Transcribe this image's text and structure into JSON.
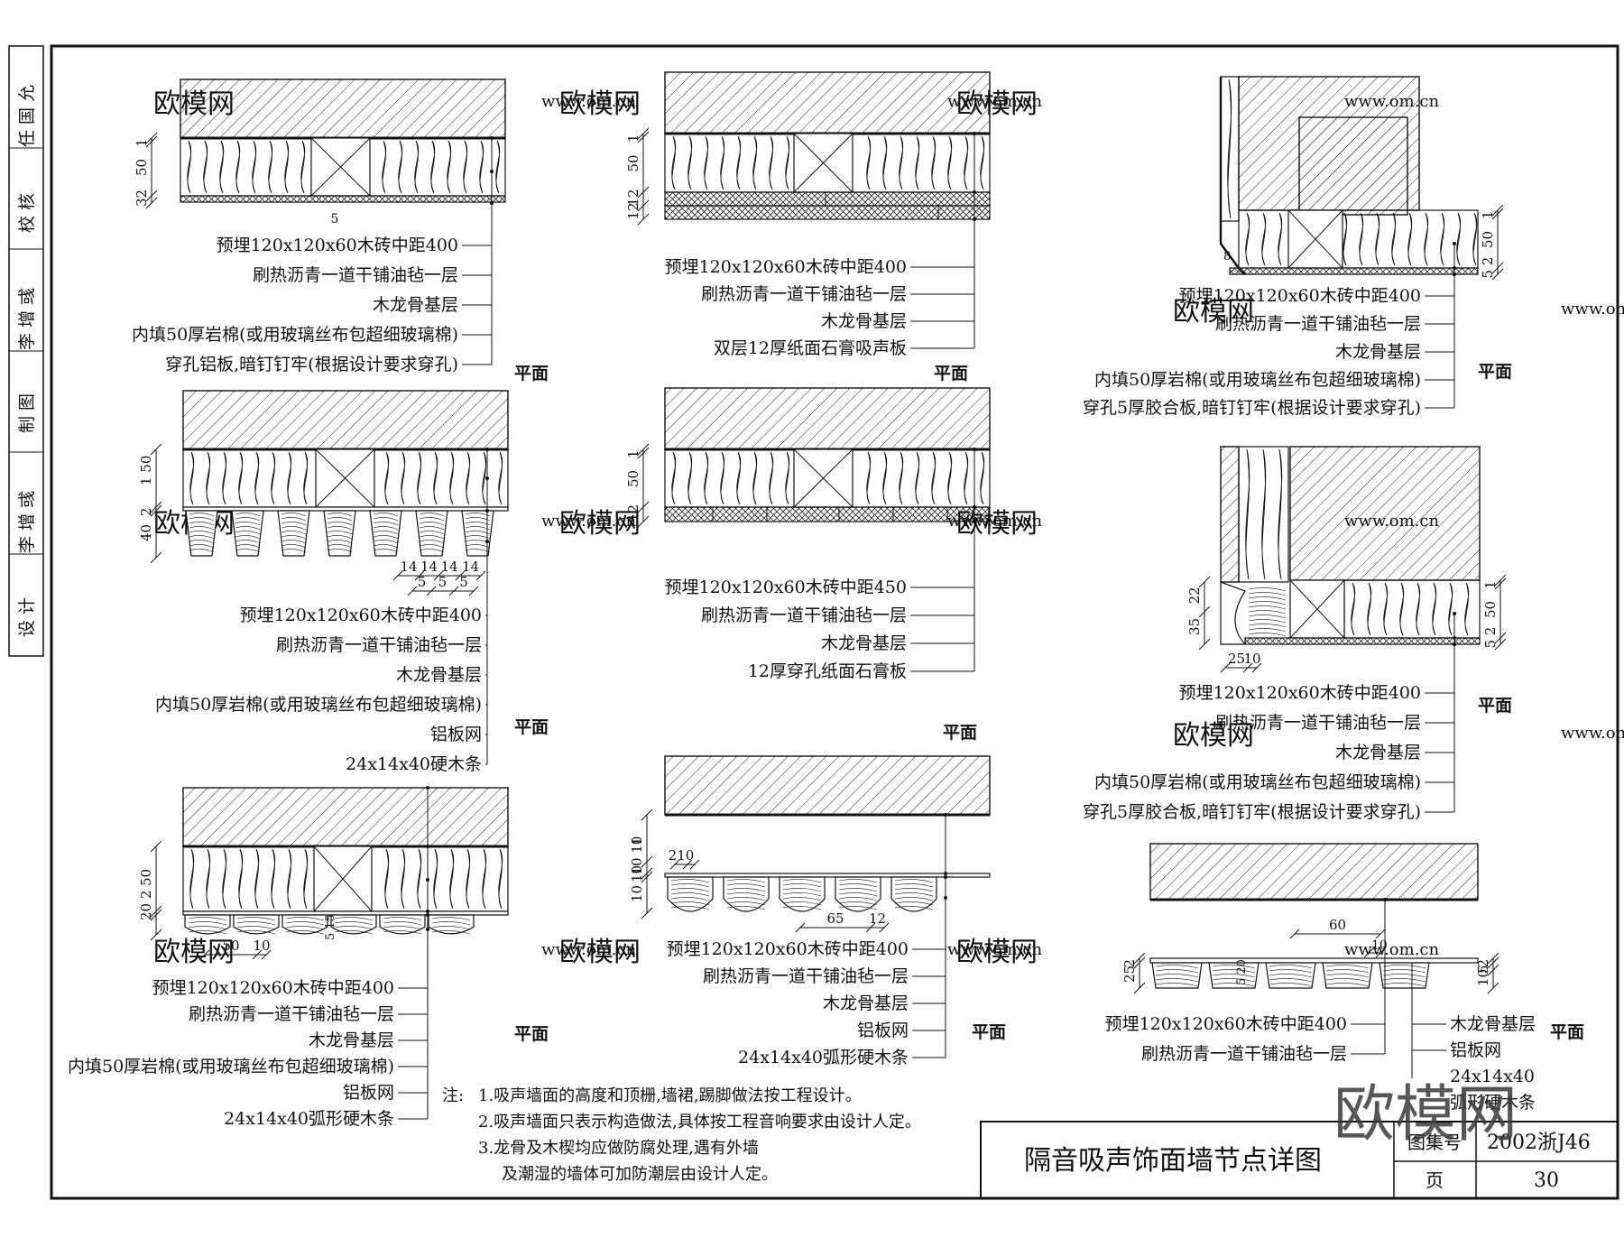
{
  "side_strip": [
    "设 计",
    "李 增 彧",
    "制 图",
    "李 增 彧",
    "校 核",
    "任 国 允"
  ],
  "details": [
    {
      "id": "d1",
      "view": "平面",
      "dims": [
        "1",
        "50",
        "32",
        "5"
      ],
      "labels": [
        "预埋120x120x60木砖中距400",
        "刷热沥青一道干铺油毡一层",
        "木龙骨基层",
        "内填50厚岩棉(或用玻璃丝布包超细玻璃棉)",
        "穿孔铝板,暗钉钉牢(根据设计要求穿孔)"
      ]
    },
    {
      "id": "d2",
      "view": "平面",
      "dims": [
        "1",
        "50",
        "2",
        "40",
        "14",
        "14",
        "14",
        "14",
        "5",
        "5",
        "5"
      ],
      "labels": [
        "预埋120x120x60木砖中距400",
        "刷热沥青一道干铺油毡一层",
        "木龙骨基层",
        "内填50厚岩棉(或用玻璃丝布包超细玻璃棉)",
        "铝板网",
        "24x14x40硬木条"
      ]
    },
    {
      "id": "d3",
      "view": "平面",
      "dims": [
        "1",
        "50",
        "20",
        "2",
        "5",
        "15",
        "50",
        "10"
      ],
      "labels": [
        "预埋120x120x60木砖中距400",
        "刷热沥青一道干铺油毡一层",
        "木龙骨基层",
        "内填50厚岩棉(或用玻璃丝布包超细玻璃棉)",
        "铝板网",
        "24x14x40弧形硬木条"
      ]
    },
    {
      "id": "d4",
      "view": "平面",
      "dims": [
        "1",
        "50",
        "12",
        "12"
      ],
      "labels": [
        "预埋120x120x60木砖中距400",
        "刷热沥青一道干铺油毡一层",
        "木龙骨基层",
        "双层12厚纸面石膏吸声板"
      ]
    },
    {
      "id": "d5",
      "view": "平面",
      "dims": [
        "1",
        "50",
        "12"
      ],
      "labels": [
        "预埋120x120x60木砖中距450",
        "刷热沥青一道干铺油毡一层",
        "木龙骨基层",
        "12厚穿孔纸面石膏板"
      ]
    },
    {
      "id": "d6",
      "view": "平面",
      "dims": [
        "1",
        "210",
        "10",
        "10",
        "10",
        "10",
        "10",
        "10",
        "65",
        "12"
      ],
      "labels": [
        "预埋120x120x60木砖中距400",
        "刷热沥青一道干铺油毡一层",
        "木龙骨基层",
        "铝板网",
        "24x14x40弧形硬木条"
      ]
    },
    {
      "id": "d7",
      "view": "平面",
      "dims": [
        "1",
        "50",
        "5",
        "2",
        "8"
      ],
      "labels": [
        "预埋120x120x60木砖中距400",
        "刷热沥青一道干铺油毡一层",
        "木龙骨基层",
        "内填50厚岩棉(或用玻璃丝布包超细玻璃棉)",
        "穿孔5厚胶合板,暗钉钉牢(根据设计要求穿孔)"
      ]
    },
    {
      "id": "d8",
      "view": "平面",
      "dims": [
        "1",
        "50",
        "5",
        "2",
        "35",
        "22",
        "25",
        "10"
      ],
      "labels": [
        "预埋120x120x60木砖中距400",
        "刷热沥青一道干铺油毡一层",
        "木龙骨基层",
        "内填50厚岩棉(或用玻璃丝布包超细玻璃棉)",
        "穿孔5厚胶合板,暗钉钉牢(根据设计要求穿孔)"
      ]
    },
    {
      "id": "d9",
      "view": "平面",
      "dims": [
        "25",
        "2",
        "60",
        "10",
        "5",
        "20",
        "5",
        "2",
        "10"
      ],
      "labels_left": [
        "预埋120x120x60木砖中距400",
        "刷热沥青一道干铺油毡一层"
      ],
      "labels_right": [
        "木龙骨基层",
        "铝板网",
        "24x14x40",
        "弧形硬木条"
      ]
    }
  ],
  "notes": {
    "prefix": "注:",
    "lines": [
      "1.吸声墙面的高度和顶栅,墙裙,踢脚做法按工程设计。",
      "2.吸声墙面只表示构造做法,具体按工程音响要求由设计人定。",
      "3.龙骨及木楔均应做防腐处理,遇有外墙",
      "及潮湿的墙体可加防潮层由设计人定。"
    ]
  },
  "title_block": {
    "title": "隔音吸声饰面墙节点详图",
    "atlas_label": "图集号",
    "atlas_value": "2002浙J46",
    "page_label": "页",
    "page_value": "30"
  },
  "watermarks": [
    "欧模网",
    "www.om.cn"
  ],
  "logo": "欧模网"
}
